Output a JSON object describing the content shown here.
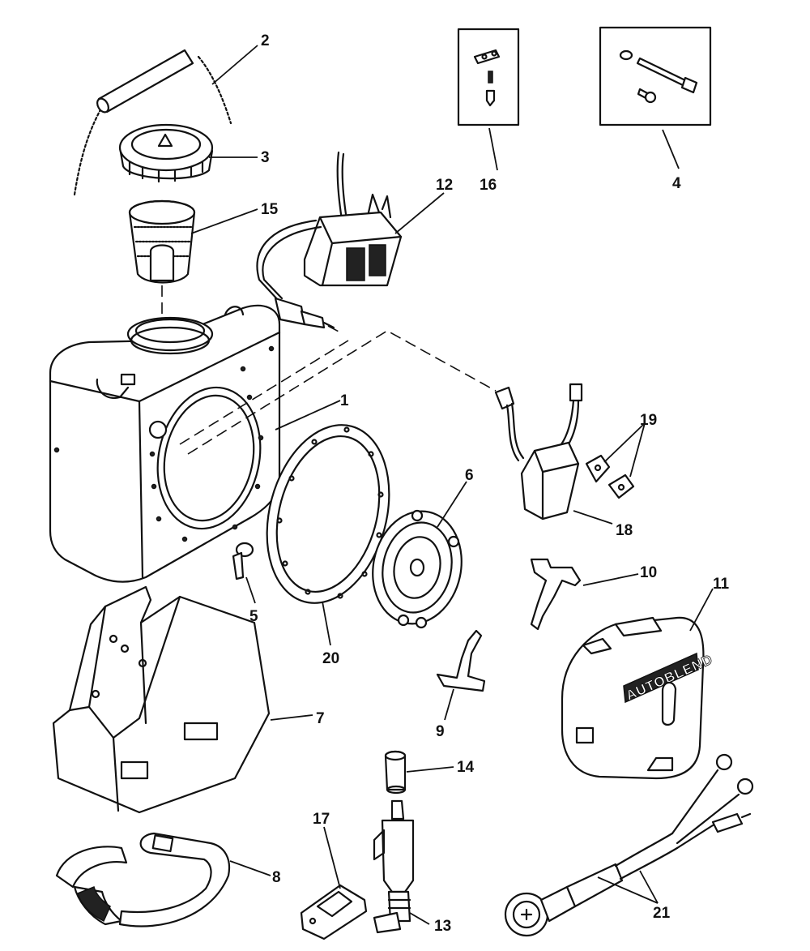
{
  "diagram": {
    "callouts": {
      "c1": "1",
      "c2": "2",
      "c3": "3",
      "c4": "4",
      "c5": "5",
      "c6": "6",
      "c7": "7",
      "c8": "8",
      "c9": "9",
      "c10": "10",
      "c11": "11",
      "c12": "12",
      "c13": "13",
      "c14": "14",
      "c15": "15",
      "c16": "16",
      "c17": "17",
      "c18": "18",
      "c19": "19",
      "c20": "20",
      "c21": "21"
    },
    "cover_brand_text": "AUTOBLEND"
  }
}
